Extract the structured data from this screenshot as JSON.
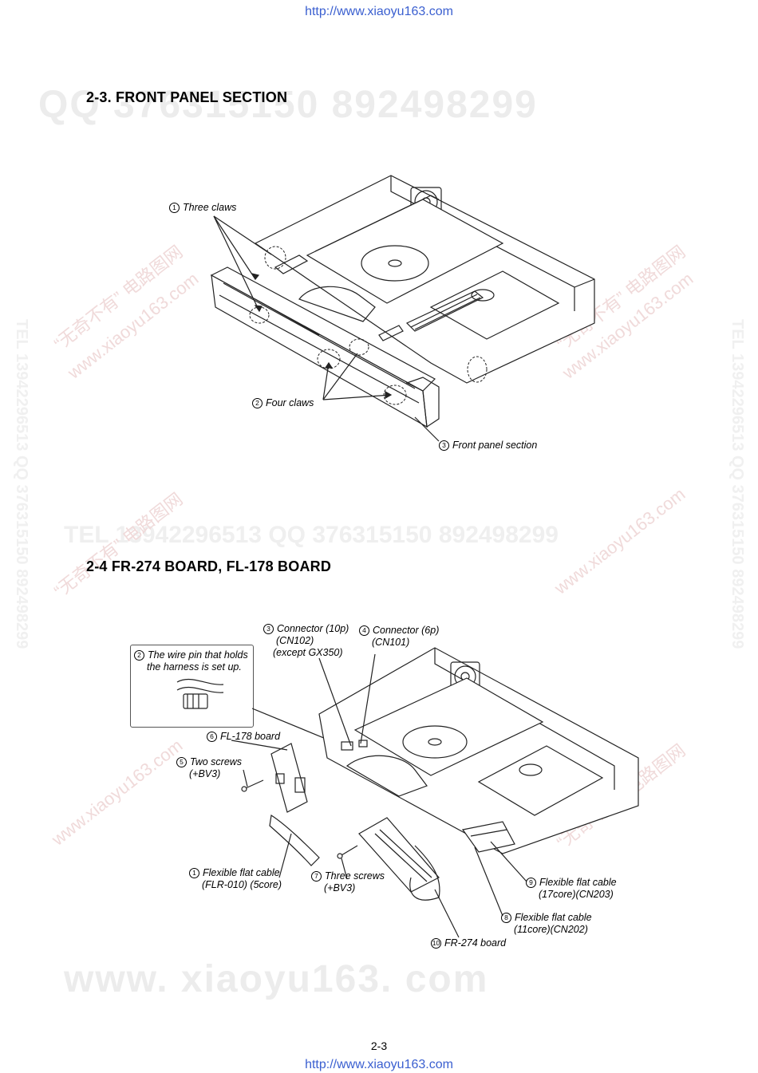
{
  "header_url": "http://www.xiaoyu163.com",
  "footer_url": "http://www.xiaoyu163.com",
  "page_number": "2-3",
  "watermarks": {
    "qq_line": "QQ 376315150    892498299",
    "tel_line": "TEL 13942296513    QQ 376315150    892498299",
    "side_line": "TEL 13942296513  QQ 376315150  892498299",
    "www_line": "www. xiaoyu163. com",
    "diag_1": "“无奇不有” 电路图网",
    "diag_2": "www.xiaoyu163.com"
  },
  "section_front_panel": {
    "title": "2-3.  FRONT PANEL SECTION",
    "labels": [
      {
        "num": "1",
        "text": "Three claws"
      },
      {
        "num": "2",
        "text": "Four claws"
      },
      {
        "num": "3",
        "text": "Front panel section"
      }
    ]
  },
  "section_boards": {
    "title": "2-4   FR-274 BOARD, FL-178 BOARD",
    "callout": {
      "num": "2",
      "line1": "The wire pin that holds",
      "line2": "the harness is set up."
    },
    "labels": {
      "connector_10p": {
        "num": "3",
        "line1": "Connector (10p)",
        "line2": "(CN102)",
        "line3": "(except GX350)"
      },
      "connector_6p": {
        "num": "4",
        "line1": "Connector (6p)",
        "line2": "(CN101)"
      },
      "fl178": {
        "num": "6",
        "text": "FL-178 board"
      },
      "two_screws": {
        "num": "5",
        "line1": "Two screws",
        "line2": "(+BV3)"
      },
      "ffc_5core": {
        "num": "1",
        "line1": "Flexible flat cable",
        "line2": "(FLR-010) (5core)"
      },
      "three_screws": {
        "num": "7",
        "line1": "Three screws",
        "line2": "(+BV3)"
      },
      "ffc_17core": {
        "num": "9",
        "line1": "Flexible flat cable",
        "line2": "(17core)(CN203)"
      },
      "ffc_11core": {
        "num": "8",
        "line1": "Flexible flat cable",
        "line2": "(11core)(CN202)"
      },
      "fr274": {
        "num": "10",
        "text": "FR-274 board"
      }
    }
  }
}
